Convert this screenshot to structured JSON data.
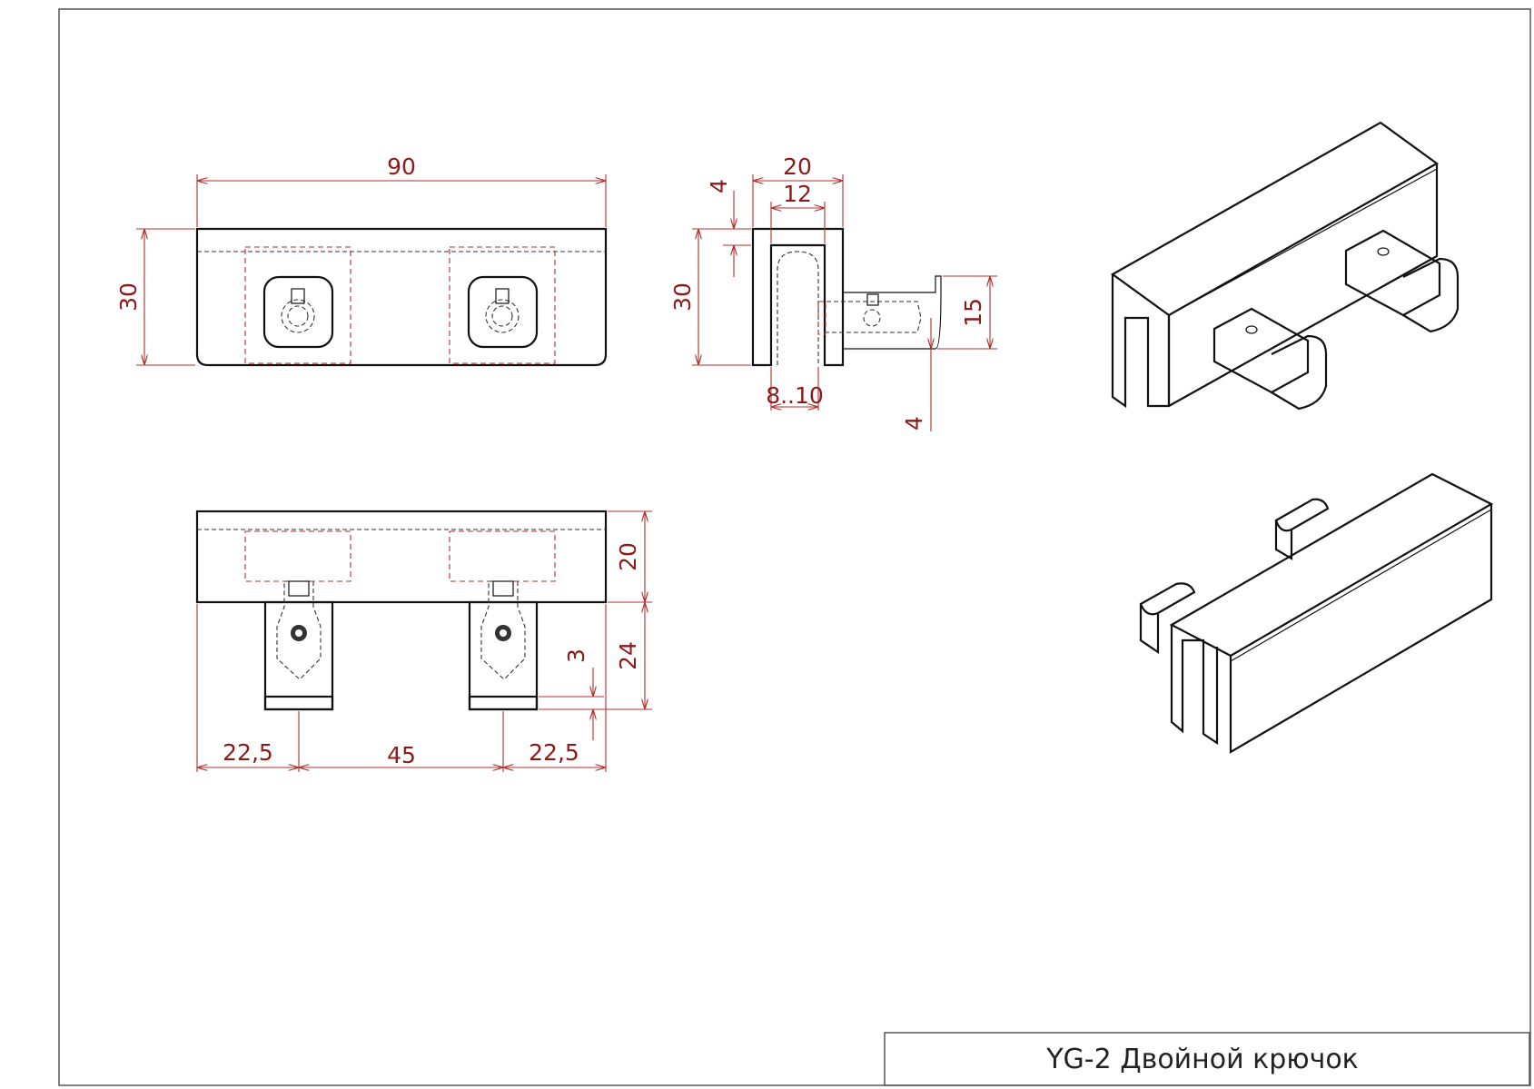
{
  "title_block": {
    "text": "YG-2 Двойной крючок"
  },
  "front_view": {
    "dims": {
      "width": "90",
      "height": "30"
    }
  },
  "side_view": {
    "dims": {
      "outer_width": "20",
      "inner_width": "12",
      "top_wall": "4",
      "height": "30",
      "hook_height": "15",
      "hook_bottom": "4",
      "glass": "8..10"
    }
  },
  "top_view": {
    "dims": {
      "left_offset": "22,5",
      "spacing": "45",
      "right_offset": "22,5",
      "body_depth": "20",
      "hook_length": "24",
      "hook_tip": "3"
    }
  },
  "colors": {
    "dimension": "#8b1a1a",
    "outline": "#111111",
    "hidden": "#b03030"
  }
}
